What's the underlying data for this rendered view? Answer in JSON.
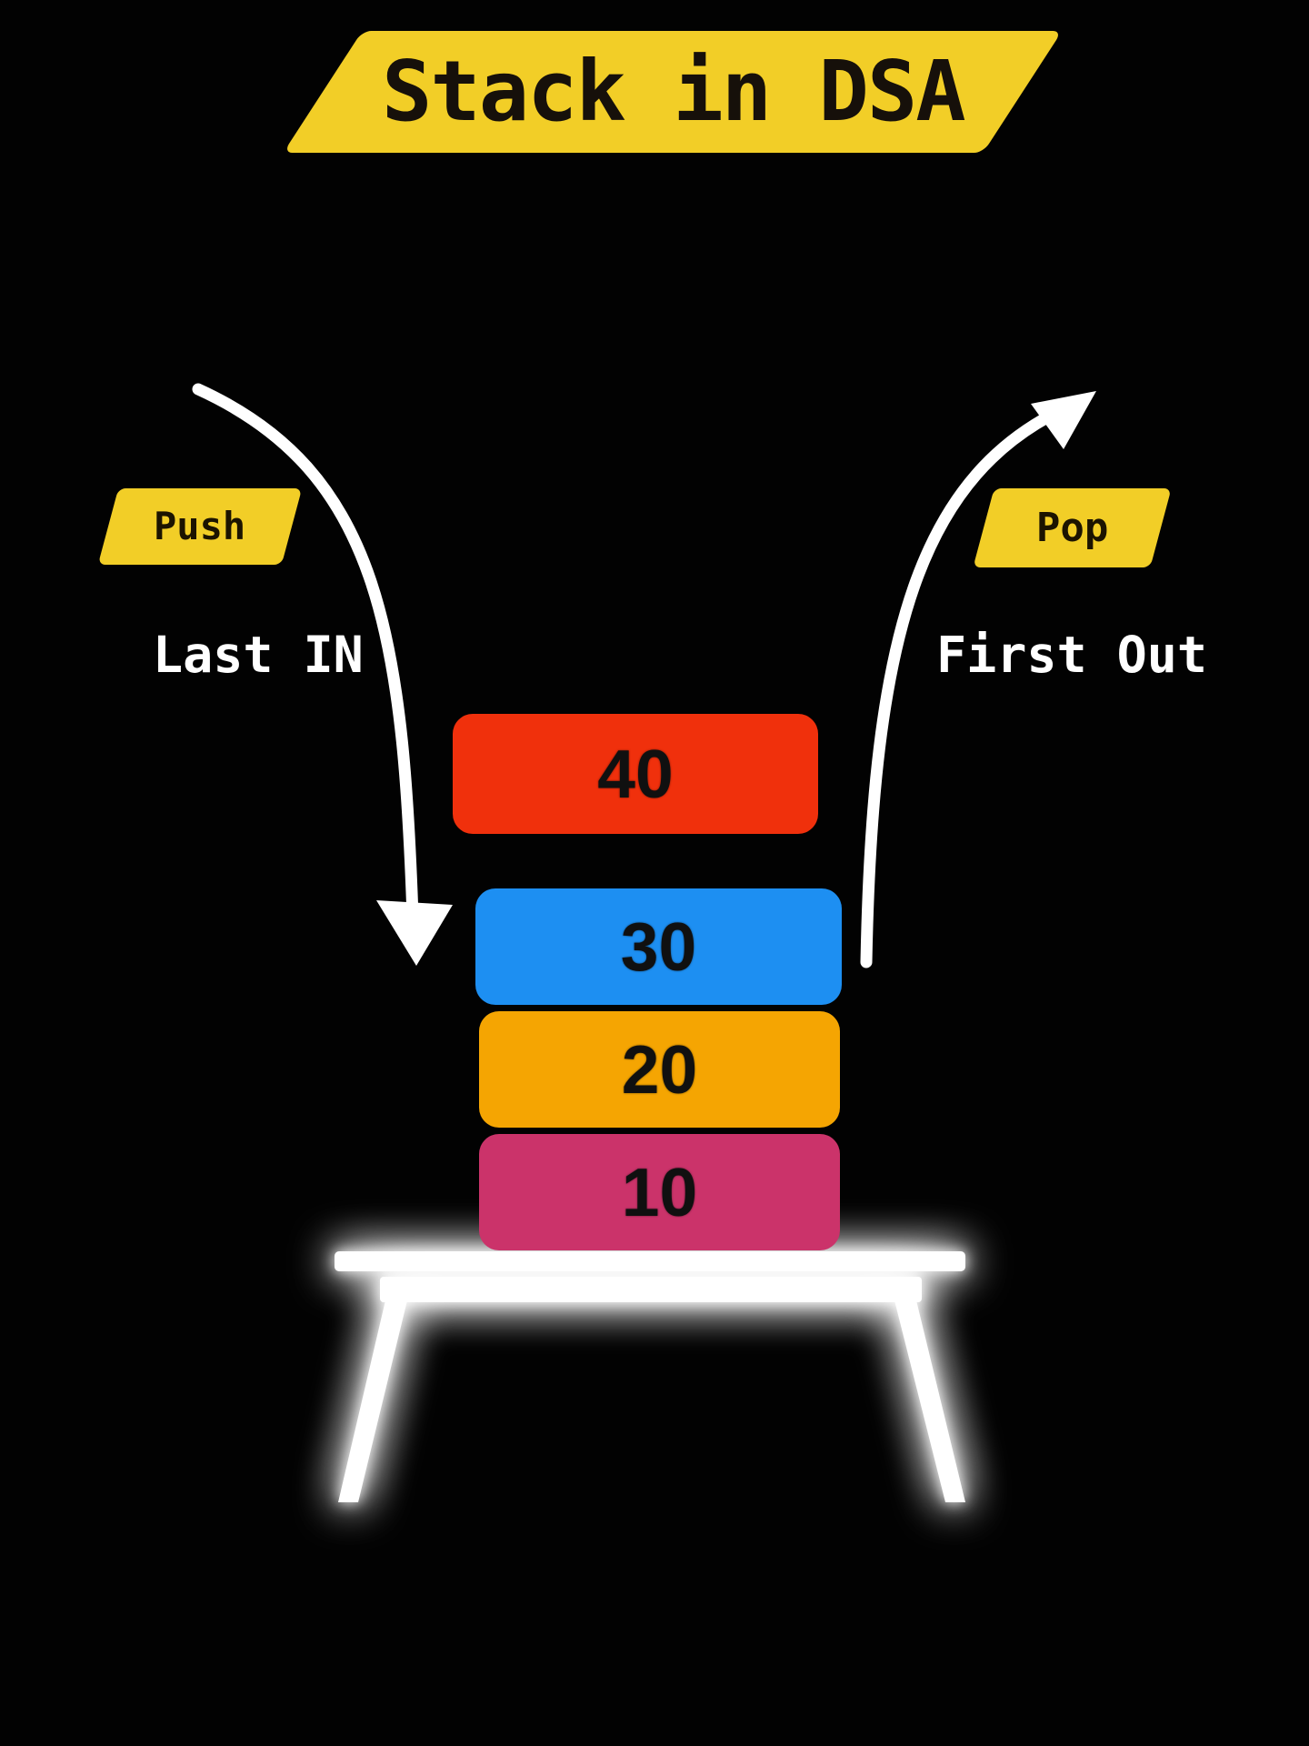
{
  "title": {
    "text": "Stack in DSA"
  },
  "push": {
    "label": "Push",
    "caption": "Last IN"
  },
  "pop": {
    "label": "Pop",
    "caption": "First Out"
  },
  "stack": {
    "blocks": [
      {
        "value": "40",
        "color": "#f0300c"
      },
      {
        "value": "30",
        "color": "#1d8ff2"
      },
      {
        "value": "20",
        "color": "#f5a502"
      },
      {
        "value": "10",
        "color": "#cb336a"
      }
    ]
  },
  "colors": {
    "background": "#020202",
    "banner": "#f2ce27",
    "banner_text": "#16100a",
    "tag": "#f2ce27",
    "tag_text": "#1c1400",
    "caption_text": "#ffffff",
    "block_text": "#101010",
    "arrow": "#ffffff",
    "table": "#ffffff"
  }
}
